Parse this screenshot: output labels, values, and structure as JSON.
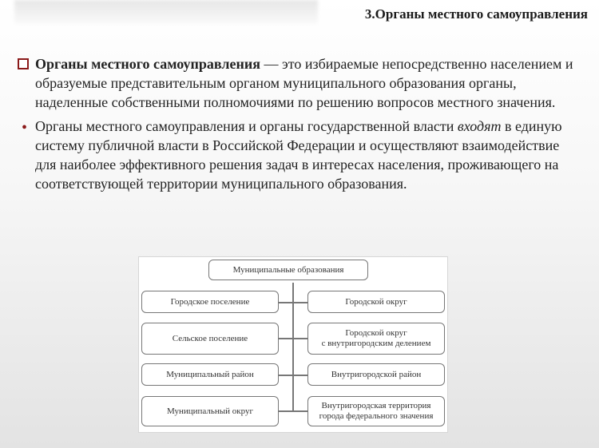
{
  "slide": {
    "title": "3.Органы местного самоуправления"
  },
  "bullets": [
    {
      "term": "Органы местного самоуправления",
      "text": " — это избираемые непосредственно населением и образуемые представительным органом муниципального образования органы, наделенные собственными полномочиями по решению вопросов местного значения."
    },
    {
      "text_before": "Органы местного самоуправления и органы государственной власти ",
      "italic": "входят",
      "text_after": " в единую систему публичной власти в Российской Федерации и осуществляют взаимодействие для наиболее эффективного решения задач в интересах населения, проживающего на соответствующей территории муниципального образования."
    }
  ],
  "diagram": {
    "root": "Муниципальные образования",
    "left": [
      "Городское поселение",
      "Сельское поселение",
      "Муниципальный район",
      "Муниципальный округ"
    ],
    "right": [
      "Городской округ",
      "Городской округ\nс внутригородским делением",
      "Внутригородской район",
      "Внутригородская территория\nгорода федерального значения"
    ]
  }
}
